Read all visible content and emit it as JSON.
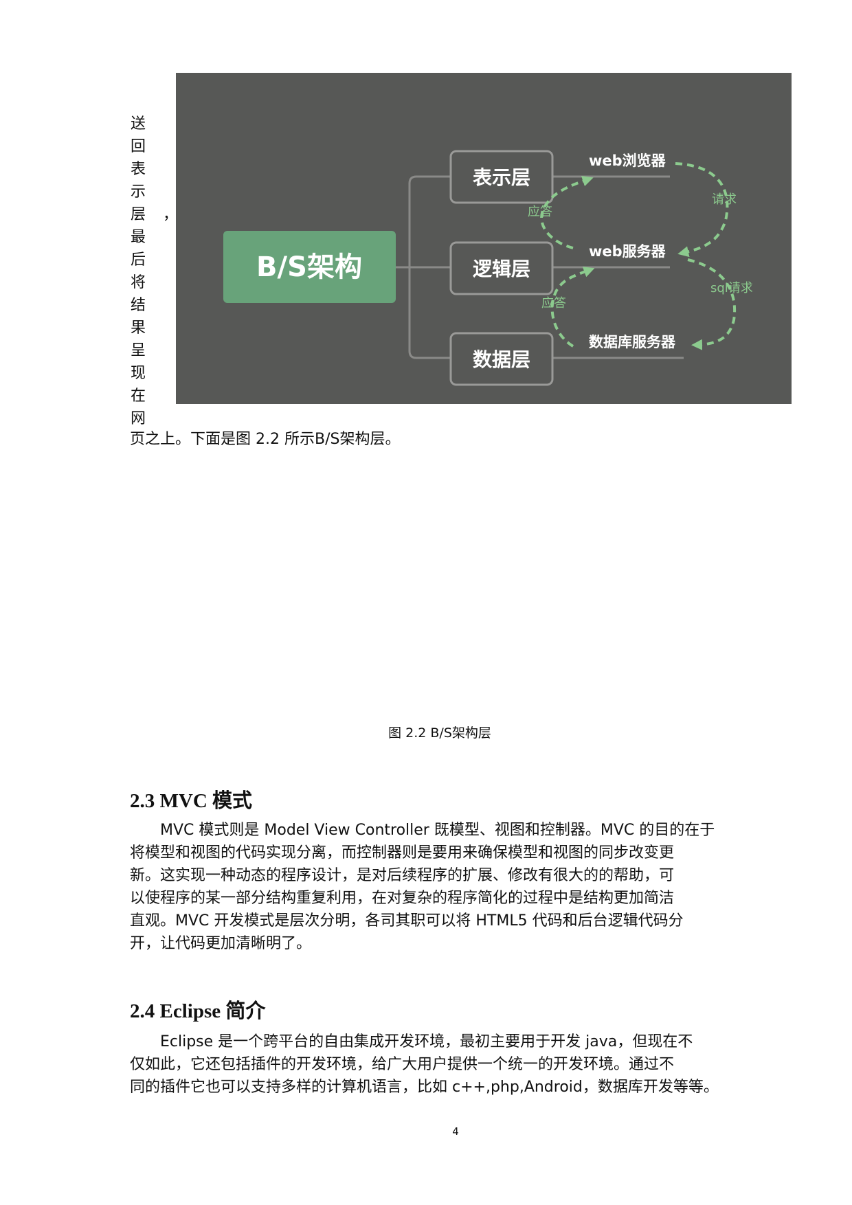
{
  "vertical_text": [
    "送",
    "回",
    "表",
    "示",
    "层",
    "最",
    "后",
    "将",
    "结",
    "果",
    "呈",
    "现",
    "在",
    "网"
  ],
  "vertical_comma": "，",
  "intro_tail": "页之上。下面是图 2.2 所示B/S架构层。",
  "diagram": {
    "root": "B/S架构",
    "layers": [
      "表示层",
      "逻辑层",
      "数据层"
    ],
    "servers": [
      "web浏览器",
      "web服务器",
      "数据库服务器"
    ],
    "request_labels": [
      "请求",
      "sql请求"
    ],
    "response_labels": [
      "应答",
      "应答"
    ],
    "colors": {
      "background": "#575856",
      "root_fill": "#68a37a",
      "arrow": "#8ccb8e",
      "line": "#8a8a88",
      "text": "#ffffff"
    }
  },
  "caption": "图 2.2 B/S架构层",
  "section_mvc": {
    "heading": "2.3 MVC 模式",
    "lines": [
      "MVC 模式则是 Model View Controller 既模型、视图和控制器。MVC 的目的在于",
      "将模型和视图的代码实现分离，而控制器则是要用来确保模型和视图的同步改变更",
      "新。这实现一种动态的程序设计，是对后续程序的扩展、修改有很大的的帮助，可",
      "以使程序的某一部分结构重复利用，在对复杂的程序简化的过程中是结构更加简洁",
      "直观。MVC 开发模式是层次分明，各司其职可以将 HTML5 代码和后台逻辑代码分",
      "开，让代码更加清晰明了。"
    ]
  },
  "section_eclipse": {
    "heading": "2.4 Eclipse 简介",
    "lines": [
      "Eclipse 是一个跨平台的自由集成开发环境，最初主要用于开发 java，但现在不",
      "仅如此，它还包括插件的开发环境，给广大用户提供一个统一的开发环境。通过不",
      "同的插件它也可以支持多样的计算机语言，比如 c++,php,Android，数据库开发等等。"
    ]
  },
  "page_number": "4"
}
